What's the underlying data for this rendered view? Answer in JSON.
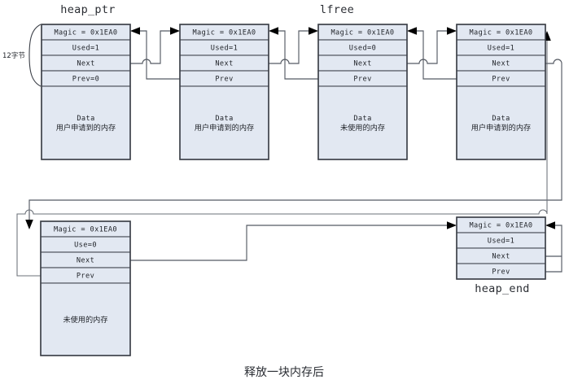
{
  "title": "heap free block diagram",
  "caption": "释放一块内存后",
  "pointers": {
    "heap_ptr": "heap_ptr",
    "lfree": "lfree",
    "heap_end": "heap_end"
  },
  "annotations": {
    "header_size": "12字节"
  },
  "labels": {
    "magic": "Magic = 0x1EA0",
    "next": "Next",
    "prev": "Prev",
    "prev_zero": "Prev=0",
    "used_1": "Used=1",
    "used_0": "Used=0",
    "use_0": "Use=0",
    "data": "Data",
    "mem_user": "用户申请到的内存",
    "mem_free": "未使用的内存"
  },
  "colors": {
    "cell_fill": "#e2e8f2",
    "cell_stroke": "#555a63",
    "block_stroke": "#3b3f47",
    "link": "#555a63",
    "text": "#22252b",
    "background": "#ffffff"
  },
  "blocks": [
    {
      "id": "block-1",
      "pointer": "heap_ptr",
      "rows": [
        "Magic = 0x1EA0",
        "Used=1",
        "Next",
        "Prev=0"
      ],
      "data_lines": [
        "Data",
        "用户申请到的内存"
      ],
      "has_data": true
    },
    {
      "id": "block-2",
      "pointer": "",
      "rows": [
        "Magic = 0x1EA0",
        "Used=1",
        "Next",
        "Prev"
      ],
      "data_lines": [
        "Data",
        "用户申请到的内存"
      ],
      "has_data": true
    },
    {
      "id": "block-3",
      "pointer": "lfree",
      "rows": [
        "Magic = 0x1EA0",
        "Used=0",
        "Next",
        "Prev"
      ],
      "data_lines": [
        "Data",
        "未使用的内存"
      ],
      "has_data": true
    },
    {
      "id": "block-4",
      "pointer": "",
      "rows": [
        "Magic = 0x1EA0",
        "Used=1",
        "Next",
        "Prev"
      ],
      "data_lines": [
        "Data",
        "用户申请到的内存"
      ],
      "has_data": true
    },
    {
      "id": "block-5",
      "pointer": "",
      "rows": [
        "Magic = 0x1EA0",
        "Use=0",
        "Next",
        "Prev"
      ],
      "data_lines": [
        "未使用的内存"
      ],
      "has_data": true
    },
    {
      "id": "block-6",
      "pointer": "heap_end",
      "rows": [
        "Magic = 0x1EA0",
        "Used=1",
        "Next",
        "Prev"
      ],
      "data_lines": [],
      "has_data": false
    }
  ]
}
